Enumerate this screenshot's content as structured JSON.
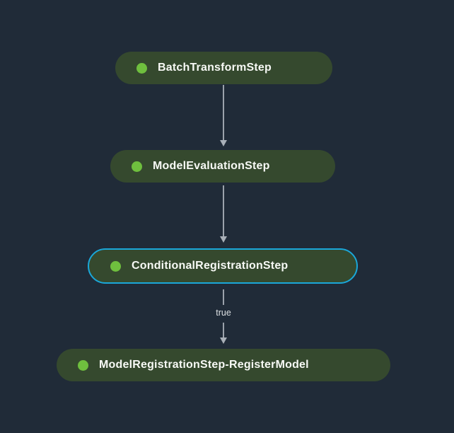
{
  "colors": {
    "background": "#202b38",
    "node_fill": "#35492e",
    "node_text": "#f7f9f5",
    "status_dot": "#6fbf3e",
    "selected_border": "#1aa7d9",
    "arrow": "#a9b0b8",
    "edge_label_text": "#dce0e3"
  },
  "icons": {
    "status_dot": "circle"
  },
  "graph": {
    "nodes": [
      {
        "label": "BatchTransformStep",
        "selected": false
      },
      {
        "label": "ModelEvaluationStep",
        "selected": false
      },
      {
        "label": "ConditionalRegistrationStep",
        "selected": true
      },
      {
        "label": "ModelRegistrationStep-RegisterModel",
        "selected": false
      }
    ],
    "edges": [
      {
        "from": "BatchTransformStep",
        "to": "ModelEvaluationStep",
        "label": ""
      },
      {
        "from": "ModelEvaluationStep",
        "to": "ConditionalRegistrationStep",
        "label": ""
      },
      {
        "from": "ConditionalRegistrationStep",
        "to": "ModelRegistrationStep-RegisterModel",
        "label": "true"
      }
    ]
  }
}
